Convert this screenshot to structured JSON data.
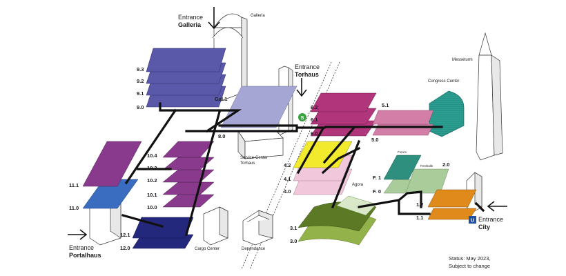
{
  "entrances": {
    "galleria": {
      "line1": "Entrance",
      "line2": "Galleria"
    },
    "torhaus": {
      "line1": "Entrance",
      "line2": "Torhaus"
    },
    "portalhaus": {
      "line1": "Entrance",
      "line2": "Portalhaus"
    },
    "city": {
      "line1": "Entrance",
      "line2": "City",
      "badge": "U"
    }
  },
  "buildings": {
    "galleria": "Galleria",
    "messeturm": "Messeturm",
    "congress_center": "Congress Center",
    "service_center_line1": "Service-Center",
    "service_center_line2": "Torhaus",
    "cargo_center": "Cargo Center",
    "dependance": "Dependance",
    "agora": "Agora",
    "forum": "Forum",
    "festhalle": "Festhalle",
    "s_badge": "S"
  },
  "levels": {
    "h9": [
      "9.3",
      "9.2",
      "9.1",
      "9.0"
    ],
    "gal": "Gal.1",
    "h8": "8.0",
    "h6": [
      "6.2",
      "6.1",
      "6.0"
    ],
    "h5": [
      "5.1",
      "5.0"
    ],
    "h4": [
      "4.2",
      "4.1",
      "4.0"
    ],
    "h10": [
      "10.4",
      "10.3",
      "10.2",
      "10.1",
      "10.0"
    ],
    "h11": [
      "11.1",
      "11.0"
    ],
    "h12": [
      "12.1",
      "12.0"
    ],
    "h3": [
      "3.1",
      "3.0"
    ],
    "forum": [
      "F. 1",
      "F. 0"
    ],
    "h2": "2.0",
    "h1": [
      "1.2",
      "1.1"
    ]
  },
  "colors": {
    "hall9": "#5a58a8",
    "hall8": "#a6a6d4",
    "hall6": "#b0357a",
    "hall5": "#d37ea6",
    "hall4_top": "#f2ea2c",
    "hall4_low": "#f1c7dc",
    "hall10": "#8a3a8c",
    "hall11": "#8a3a8c",
    "hall11_low": "#3a6cc0",
    "hall12": "#24287c",
    "hall3_top": "#5c7a25",
    "hall3_low": "#93b24a",
    "forum_top": "#2e8f7f",
    "forum_low": "#a9cc9a",
    "hall2": "#a9cc9a",
    "hall1": "#e08a1c",
    "congress": "#2a9c90",
    "s_badge": "#37a23e",
    "u_badge": "#1f4fa5"
  },
  "status": {
    "line1": "Status: May 2023,",
    "line2": "Subject to change"
  }
}
